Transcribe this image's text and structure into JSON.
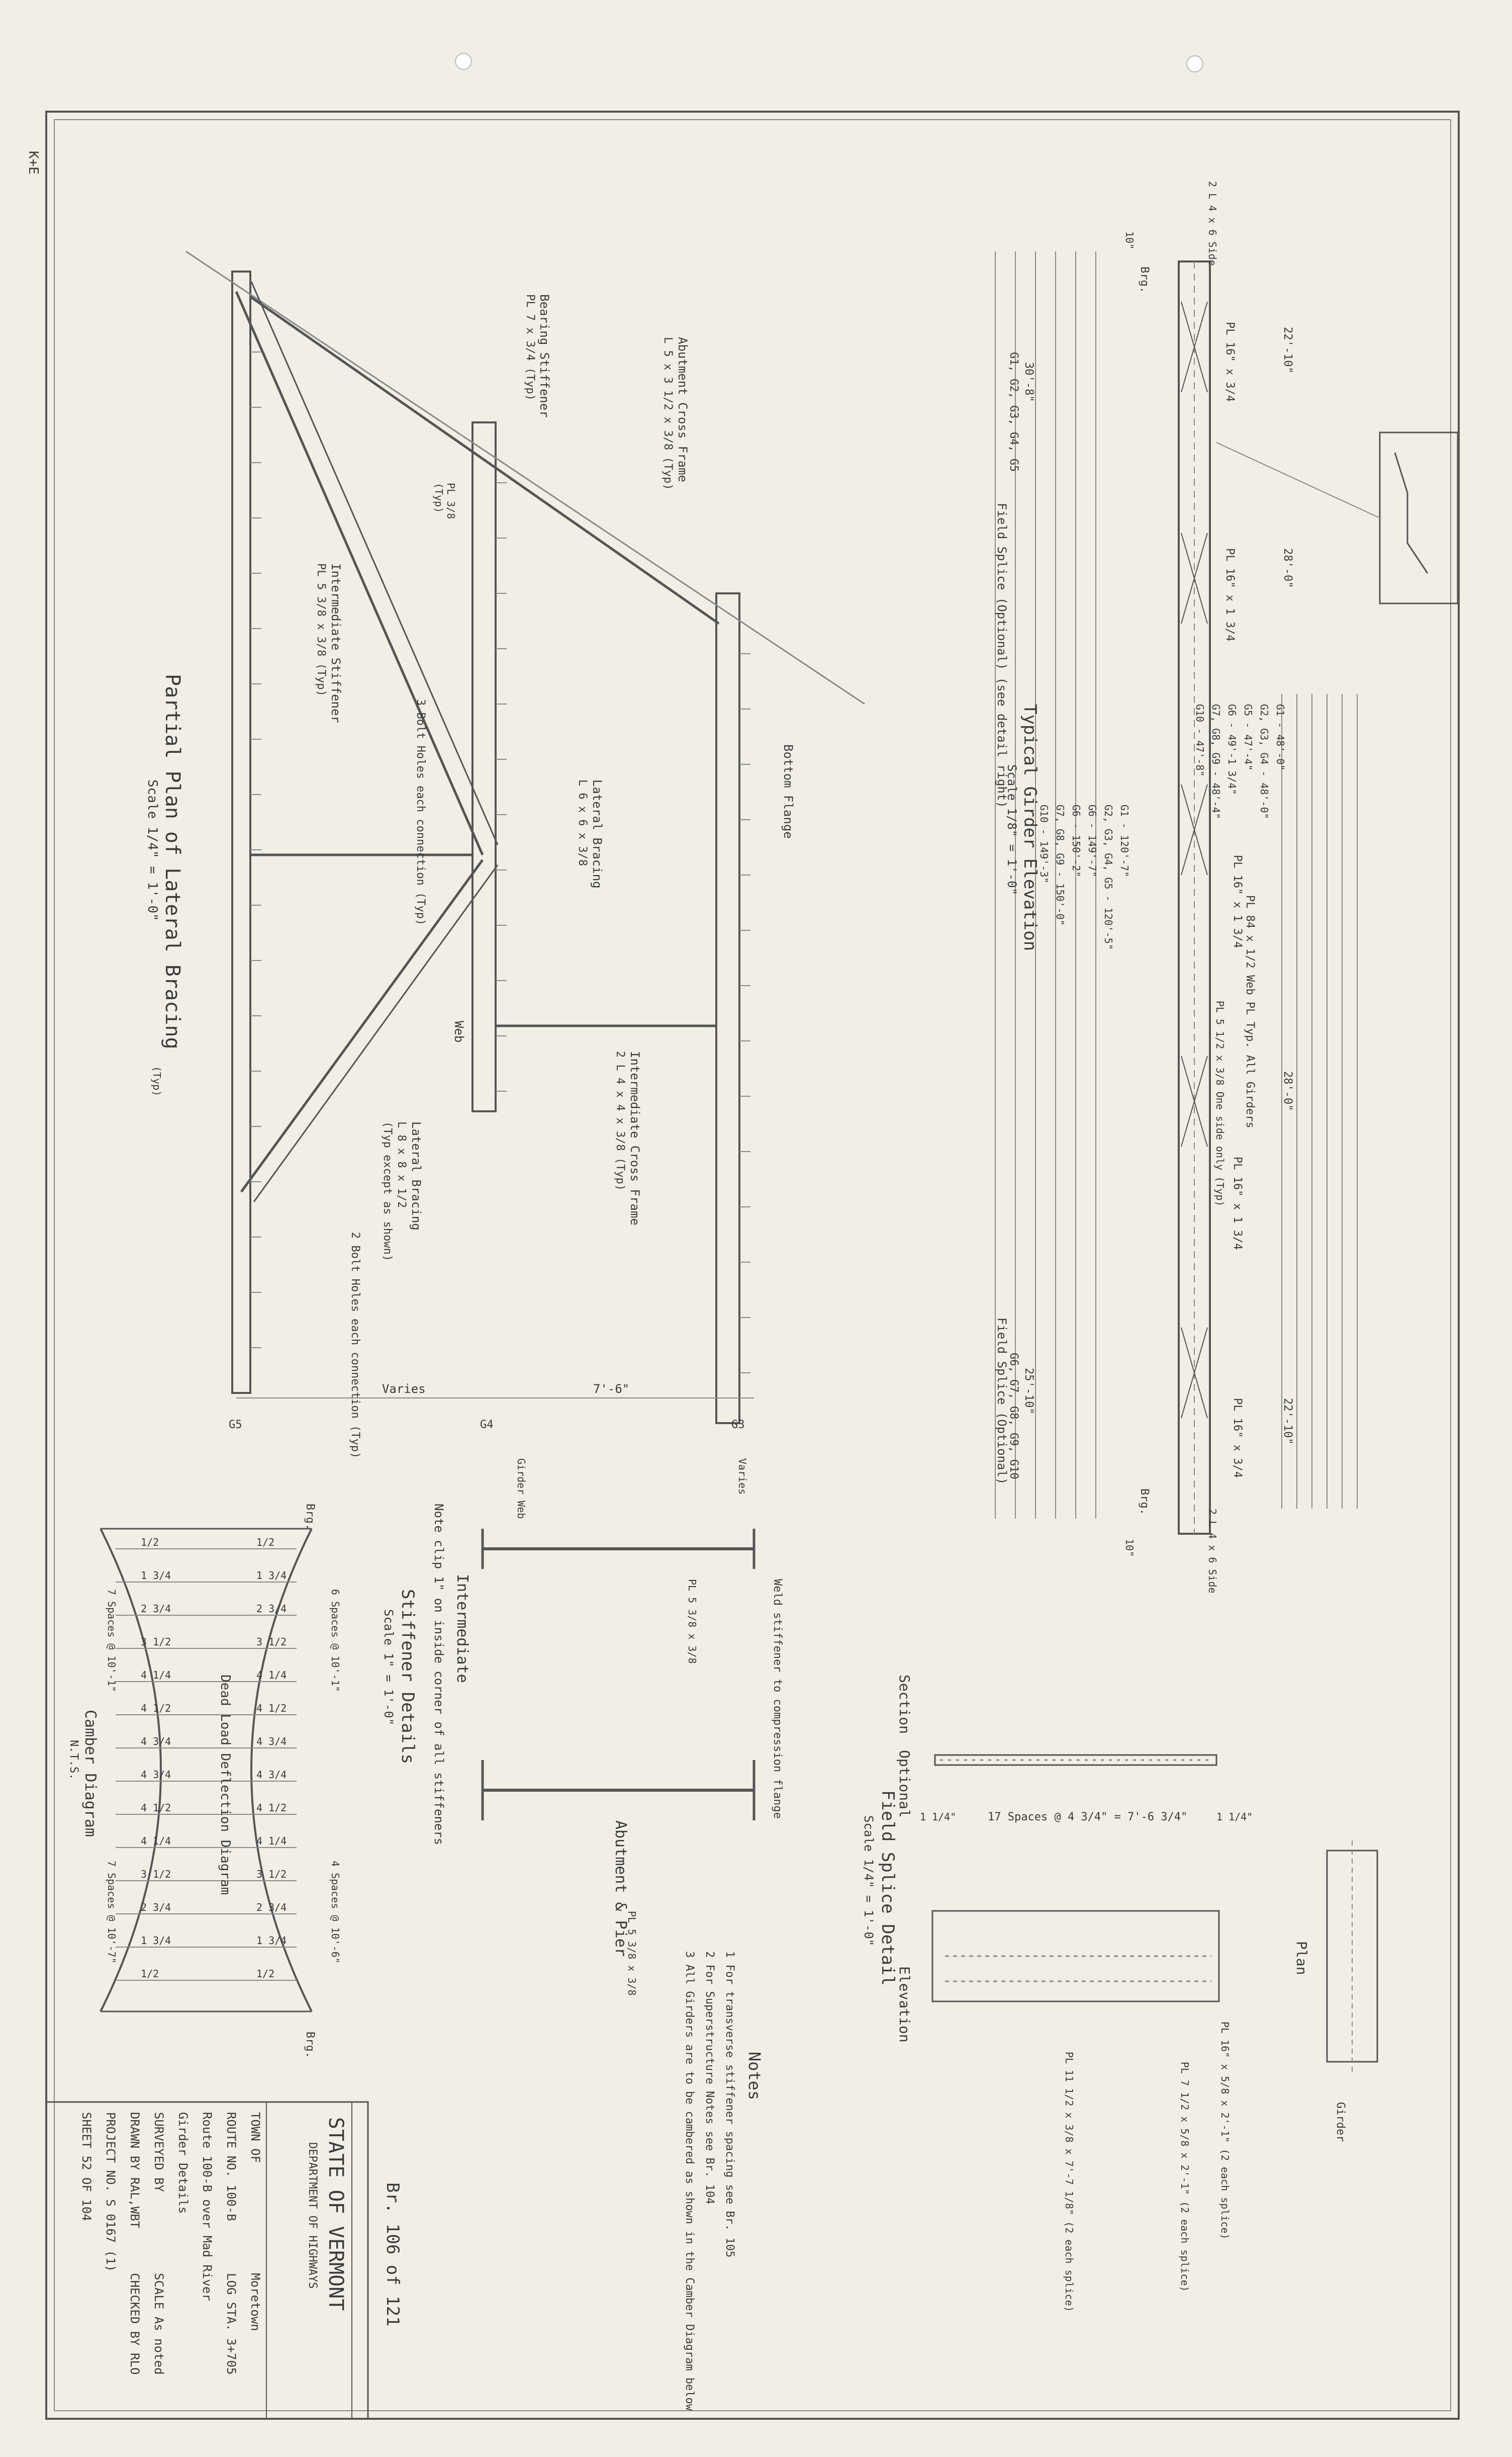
{
  "sheet": {
    "stamp": "K+E",
    "bridge_no": "Br. 106 of 121"
  },
  "title_block": {
    "state": "STATE OF VERMONT",
    "department": "DEPARTMENT OF HIGHWAYS",
    "town_label": "TOWN OF",
    "town_value": "Moretown",
    "route_label": "ROUTE NO.",
    "route_value": "100-B",
    "log_label": "LOG STA.",
    "log_value": "3+705",
    "description_1": "Route 100-B over Mad River",
    "description_2": "Girder Details",
    "surveyed_label": "SURVEYED BY",
    "surveyed_value": "",
    "scale_label": "SCALE",
    "scale_value": "As noted",
    "drawn_label": "DRAWN BY",
    "drawn_value": "RAL,WBT",
    "checked_label": "CHECKED BY",
    "checked_value": "RLO",
    "project_label": "PROJECT NO.",
    "project_value": "S 0167 (1)",
    "sheet_label": "SHEET",
    "sheet_value": "52",
    "sheet_of": "OF",
    "sheet_total": "104"
  },
  "notes": {
    "heading": "Notes",
    "items": [
      "1 For transverse stiffener spacing see Br. 105",
      "2 For Superstructure Notes see Br. 104",
      "3 All Girders are to be cambered as shown in the Camber Diagram below"
    ]
  },
  "lateral_bracing": {
    "title": "Partial Plan of Lateral Bracing",
    "scale": "Scale 1/4\" = 1'-0\"",
    "labels": {
      "bearing_stiffener": "Bearing Stiffener",
      "bearing_stiffener_size": "PL 7 x 3/4 (Typ)",
      "abutment_frame": "Abutment Cross Frame",
      "abutment_frame_size": "L 5 x 3 1/2 x 3/8 (Typ)",
      "intermediate_stiffener": "Intermediate Stiffener",
      "intermediate_stiffener_size": "PL 5 3/8 x 3/8 (Typ)",
      "bolt_holes": "3 Bolt Holes each connection (Typ)",
      "lateral_bracing_1": "Lateral Bracing",
      "lateral_bracing_1_size": "L 6 x 6 x 3/8",
      "bottom_flange": "Bottom Flange",
      "web": "Web",
      "cross_frame": "Intermediate Cross Frame",
      "cross_frame_size": "2 L 4 x 4 x 3/8 (Typ)",
      "lateral_bracing_2": "Lateral Bracing",
      "lateral_bracing_2_size": "L 8 x 8 x 1/2",
      "lateral_bracing_2_note": "(Typ except as shown)",
      "bolt_holes_2": "2 Bolt Holes each connection (Typ)",
      "dim_varies": "Varies",
      "dim_span": "7'-6\"",
      "girders": [
        "G5",
        "G4",
        "G3"
      ],
      "plate": "PL 3/8",
      "typ": "(Typ)"
    }
  },
  "girder_elevation": {
    "title": "Typical Girder Elevation",
    "scale": "Scale 1/8\" = 1'-0\"",
    "field_splice_top": "Field Splice (Optional) (see detail right)",
    "field_splice_bottom": "Field Splice (Optional)",
    "brg_left": "Brg.",
    "brg_right": "Brg.",
    "flange_top": "PL 16\" x 3/4",
    "flange_mid": "PL 16\" x 1 3/4",
    "web_note": "PL 84 x 1/2 Web PL Typ. All Girders",
    "dims": [
      "22'-10\"",
      "28'-0\"",
      "28'-0\"",
      "22'-10\""
    ],
    "girder_groups_left": [
      "G1, G2, G3, G4, G5",
      "30'-8\""
    ],
    "girder_groups_right": [
      "G6, G7, G8, G9, G10",
      "25'-10\""
    ],
    "girder_lengths": [
      "G1 - 48'-0\"",
      "G2, G3, G4 - 48'-0\"",
      "G5 - 47'-4\"",
      "G6 - 49'-1 3/4\"",
      "G7, G8, G9 - 48'-4\"",
      "G10 - 47'-8\""
    ],
    "girder_lengths_2": [
      "G1 - 120'-7\"",
      "G2, G3, G4, G5 - 120'-5\"",
      "G6 - 149'-7\"",
      "G6 - 150'-2\"",
      "G7, G8, G9 - 150'-0\"",
      "G10 - 149'-3\""
    ],
    "end_note": "2 L 4 x 6 Side",
    "one_side": "PL 5 1/2 x 3/8 One side only (Typ)",
    "ten": "10\""
  },
  "field_splice": {
    "title_1": "Optional",
    "title_2": "Field Splice Detail",
    "scale": "Scale 1/4\" = 1'-0\"",
    "section_label": "Section",
    "elevation_label": "Elevation",
    "plan_label": "Plan",
    "spaces": "17 Spaces @ 4 3/4\" = 7'-6 3/4\"",
    "side_dims": [
      "1 1/4\"",
      "1 1/4\""
    ],
    "plate_labels": [
      "PL 16\" x 5/8 x 2'-1\" (2 each splice)",
      "PL 7 1/2 x 5/8 x 2'-1\" (2 each splice)",
      "PL 11 1/2 x 3/8 x 7'-7 1/8\" (2 each splice)"
    ],
    "girder": "Girder"
  },
  "stiffener_details": {
    "title": "Stiffener Details",
    "scale": "Scale 1\" = 1'-0\"",
    "intermediate": "Intermediate",
    "abutment_pier": "Abutment & Pier",
    "note_clip": "Note clip 1\" on inside corner of all stiffeners",
    "girder_labels": [
      "Girder Web",
      "Varies"
    ],
    "weld_note": "Weld stiffener to compression flange",
    "plate": "PL 5 3/8 x 3/8"
  },
  "camber": {
    "dead_load_title": "Dead Load Deflection Diagram",
    "camber_title": "Camber Diagram",
    "nts": "N.T.S.",
    "top_spaces": [
      "6 Spaces @ 10'-1\"",
      "4 Spaces @ 10'-6\""
    ],
    "bottom_spaces": [
      "7 Spaces @ 10'-1\"",
      "7 Spaces @ 10'-7\""
    ],
    "brg_left": "Brg.",
    "brg_right": "Brg.",
    "ordinates": [
      "1/2",
      "1 3/4",
      "2 3/4",
      "3 1/2",
      "4 1/4",
      "4 1/2",
      "4 3/4",
      "4 3/4",
      "4 1/2",
      "4 1/4",
      "3 1/2",
      "2 3/4",
      "1 3/4",
      "1/2"
    ]
  }
}
